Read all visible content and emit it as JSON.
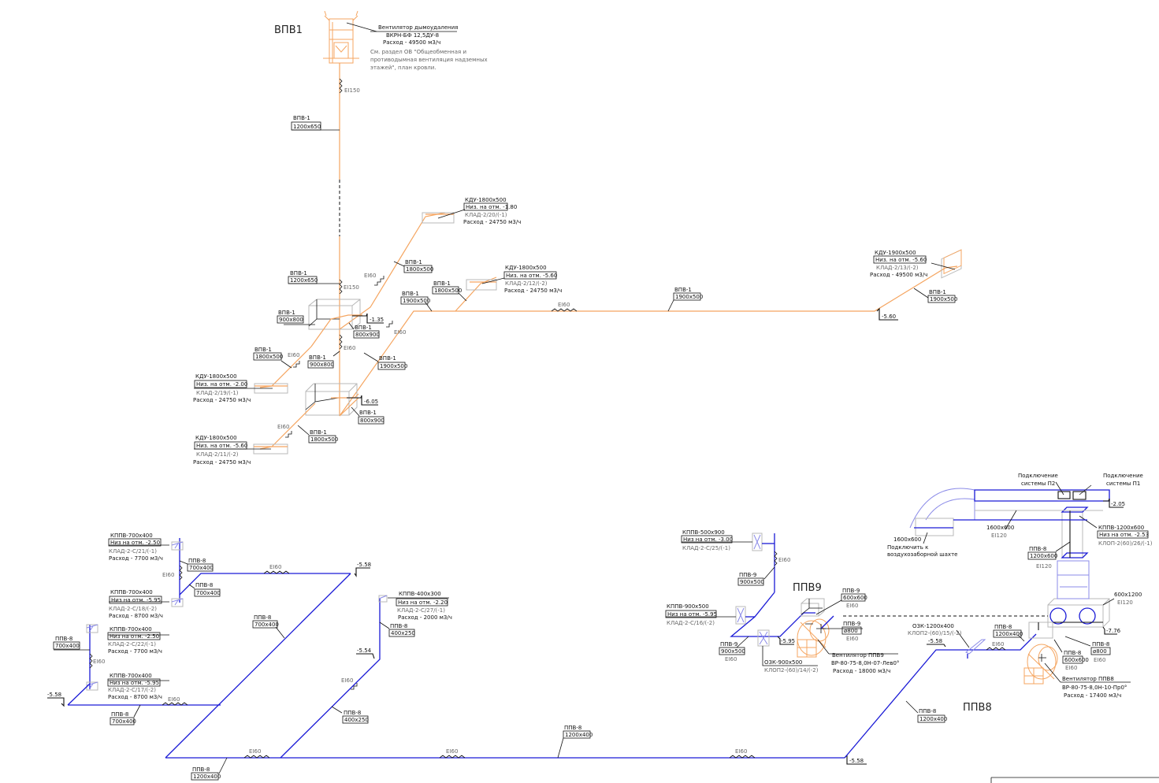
{
  "systems": {
    "vpv1": {
      "title": "ВПВ1",
      "fan": {
        "title": "Вентилятор дымоудаления",
        "model": "ВКРН-БФ 12,5ДУ-8",
        "flow": "Расход - 49500 м3/ч",
        "note": [
          "См. раздел ОВ \"Общеобменная и",
          "противодымная вентиляция надземных",
          "этажей\", план кровли."
        ]
      },
      "fire_ratings": {
        "ei150": "EI150",
        "ei60": "EI60"
      },
      "duct_labels": [
        {
          "name": "ВПВ-1",
          "size": "1200x650"
        },
        {
          "name": "ВПВ-1",
          "size": "1200x650"
        },
        {
          "name": "ВПВ-1",
          "size": "1800x500"
        },
        {
          "name": "ВПВ-1",
          "size": "1800x500"
        },
        {
          "name": "ВПВ-1",
          "size": "1900x500"
        },
        {
          "name": "ВПВ-1",
          "size": "1900x500"
        },
        {
          "name": "ВПВ-1",
          "size": "900x800"
        },
        {
          "name": "ВПВ-1",
          "size": "800x900"
        },
        {
          "name": "ВПВ-1",
          "size": "1800x500"
        },
        {
          "name": "ВПВ-1",
          "size": "900x800"
        },
        {
          "name": "ВПВ-1",
          "size": "1900x500"
        },
        {
          "name": "ВПВ-1",
          "size": "800x900"
        },
        {
          "name": "ВПВ-1",
          "size": "1800x500"
        },
        {
          "name": "ВПВ-1",
          "size": "1900x500"
        }
      ],
      "valves": [
        {
          "type": "КДУ-1800x500",
          "level": "Низ. на отм. -1.80",
          "code": "КЛАД-2/20/(-1)",
          "flow": "Расход - 24750 м3/ч"
        },
        {
          "type": "КДУ-1800x500",
          "level": "Низ. на отм. -5.60",
          "code": "КЛАД-2/12/(-2)",
          "flow": "Расход - 24750 м3/ч"
        },
        {
          "type": "КДУ-1800x500",
          "level": "Низ. на отм. -2.00",
          "code": "КЛАД-2/19/(-1)",
          "flow": "Расход - 24750 м3/ч"
        },
        {
          "type": "КДУ-1800x500",
          "level": "Низ. на отм. -5.60",
          "code": "КЛАД-2/11/(-2)",
          "flow": "Расход - 24750 м3/ч"
        },
        {
          "type": "КДУ-1900x500",
          "level": "Низ. на отм. -5.60",
          "code": "КЛАД-2/13/(-2)",
          "flow": "Расход - 49500 м3/ч"
        }
      ],
      "elevations": [
        "-1.35",
        "-6.05",
        "-5.60"
      ]
    },
    "ppv8": {
      "title": "ППВ8",
      "fan": {
        "title": "Вентилятор ППВ8",
        "model": "ВР-80-75-8,0Н-10-Пр0°",
        "flow": "Расход - 17400 м3/ч"
      },
      "valves": [
        {
          "type": "КППВ-700x400",
          "level": "Низ на отм. -2.50",
          "code": "КЛАД-2-С/21/(-1)",
          "flow": "Расход - 7700 м3/ч"
        },
        {
          "type": "КППВ-700x400",
          "level": "Низ на отм. -5.95",
          "code": "КЛАД-2-С/18/(-2)",
          "flow": "Расход - 8700 м3/ч"
        },
        {
          "type": "КППВ-700x400",
          "level": "Низ на отм. -2.50",
          "code": "КЛАД-2-С/22/(-1)",
          "flow": "Расход - 7700 м3/ч"
        },
        {
          "type": "КППВ-700x400",
          "level": "Низ на отм. -5.95",
          "code": "КЛАД-2-С/17/(-2)",
          "flow": "Расход - 8700 м3/ч"
        },
        {
          "type": "КППВ-400x300",
          "level": "Низ на отм. -2.20",
          "code": "КЛАД-2-С/27/(-1)",
          "flow": "Расход - 2000 м3/ч"
        },
        {
          "type": "КППВ-1200x600",
          "level": "Низ на отм. -2.53",
          "code": "КЛОП-2(60)/26/(-1)"
        }
      ],
      "ozk": {
        "type": "ОЗК-1200x400",
        "code": "КЛОП2-(60)/15/(-2)"
      },
      "duct_labels": [
        {
          "name": "ППВ-8",
          "size": "700x400"
        },
        {
          "name": "ППВ-8",
          "size": "700x400"
        },
        {
          "name": "ППВ-8",
          "size": "700x400"
        },
        {
          "name": "ППВ-8",
          "size": "700x400"
        },
        {
          "name": "ППВ-8",
          "size": "700x400"
        },
        {
          "name": "ППВ-8",
          "size": "400x250"
        },
        {
          "name": "ППВ-8",
          "size": "400x250"
        },
        {
          "name": "ППВ-8",
          "size": "1200x400"
        },
        {
          "name": "ППВ-8",
          "size": "1200x400"
        },
        {
          "name": "ППВ-8",
          "size": "1200x400"
        },
        {
          "name": "ППВ-8",
          "size": "1200x400"
        },
        {
          "name": "ППВ-8",
          "size": "1200x600"
        },
        {
          "name": "ППВ-8",
          "size": "600x600"
        },
        {
          "name": "ППВ-8",
          "size": "ø800"
        }
      ],
      "intake": {
        "size": "1600x600",
        "note1": "Подключить к",
        "note2": "воздухозаборной шахте"
      },
      "main_duct": {
        "size": "1600x600",
        "rating": "EI120"
      },
      "box": {
        "size": "600x1200",
        "rating": "EI120"
      },
      "connections": [
        {
          "line1": "Подключение",
          "line2": "системы П2"
        },
        {
          "line1": "Подключение",
          "line2": "системы П1"
        }
      ],
      "elevations": [
        "-5.58",
        "-5.58",
        "-5.54",
        "-5.58",
        "-5.58",
        "-2.05",
        "-7.76"
      ],
      "ratings": {
        "ei60": "EI60",
        "ei120": "EI120"
      }
    },
    "ppv9": {
      "title": "ППВ9",
      "fan": {
        "title": "Вентилятор ППВ9",
        "model": "ВР-80-75-8,0Н-07-Лев0°",
        "flow": "Расход - 18000 м3/ч"
      },
      "valves": [
        {
          "type": "КППВ-500x900",
          "level": "Низ на отм. -3.00",
          "code": "КЛАД-2-С/25/(-1)"
        },
        {
          "type": "КППВ-900x500",
          "level": "Низ на отм. -5.95",
          "code": "КЛАД-2-С/16/(-2)"
        }
      ],
      "ozk": {
        "type": "ОЗК-900x500",
        "code": "КЛОП2-(60)/14/(-2)"
      },
      "duct_labels": [
        {
          "name": "ППВ-9",
          "size": "900x500"
        },
        {
          "name": "ППВ-9",
          "size": "900x500",
          "rating": "EI60"
        },
        {
          "name": "ППВ-9",
          "size": "600x600",
          "rating": "EI60"
        },
        {
          "name": "ППВ-9",
          "size": "ø800",
          "rating": "EI60"
        }
      ],
      "elevation": "-5.95",
      "rating": "EI60"
    }
  }
}
